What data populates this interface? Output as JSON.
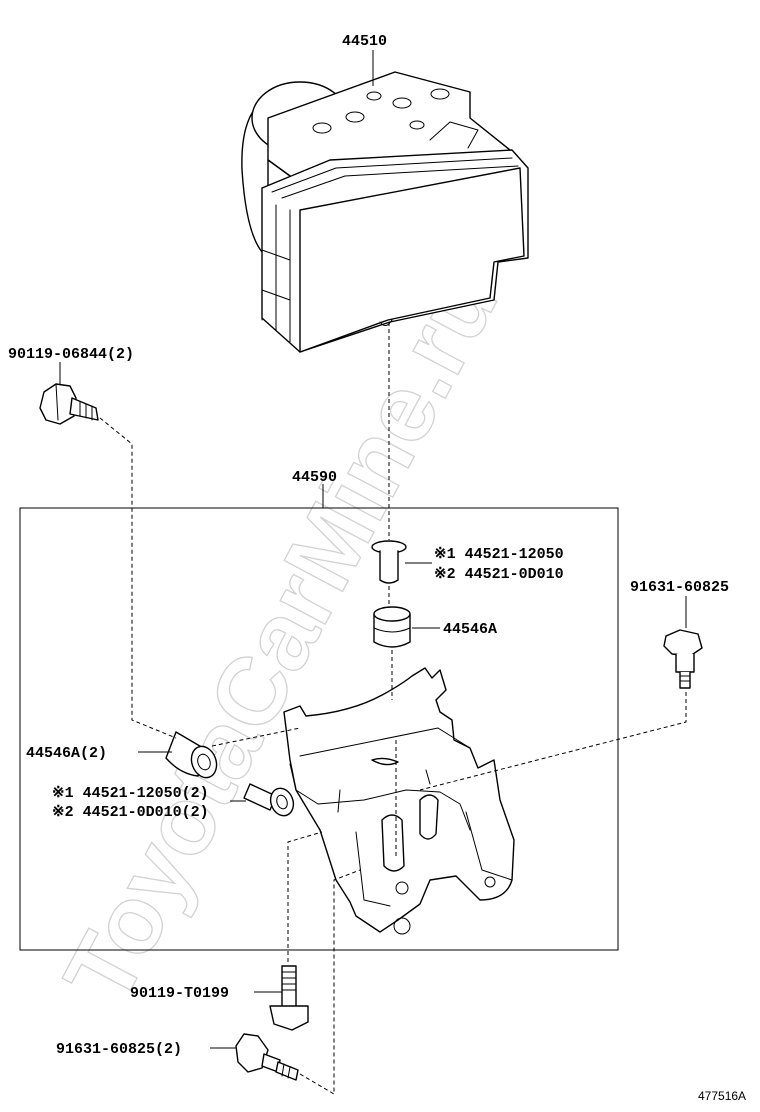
{
  "diagram": {
    "watermark": "ToyotaCarMine.ru",
    "figure_code": "477516A",
    "parts": {
      "actuator": "44510",
      "bracket_assy": "44590",
      "collar_upper_1": "※1 44521-12050",
      "collar_upper_2": "※2 44521-0D010",
      "cushion_upper": "44546A",
      "bolt_right": "91631-60825",
      "bolt_top_left": "90119-06844(2)",
      "cushion_left": "44546A(2)",
      "collar_left_1": "※1 44521-12050(2)",
      "collar_left_2": "※2 44521-0D010(2)",
      "bolt_bottom_1": "90119-T0199",
      "bolt_bottom_2": "91631-60825(2)"
    }
  }
}
